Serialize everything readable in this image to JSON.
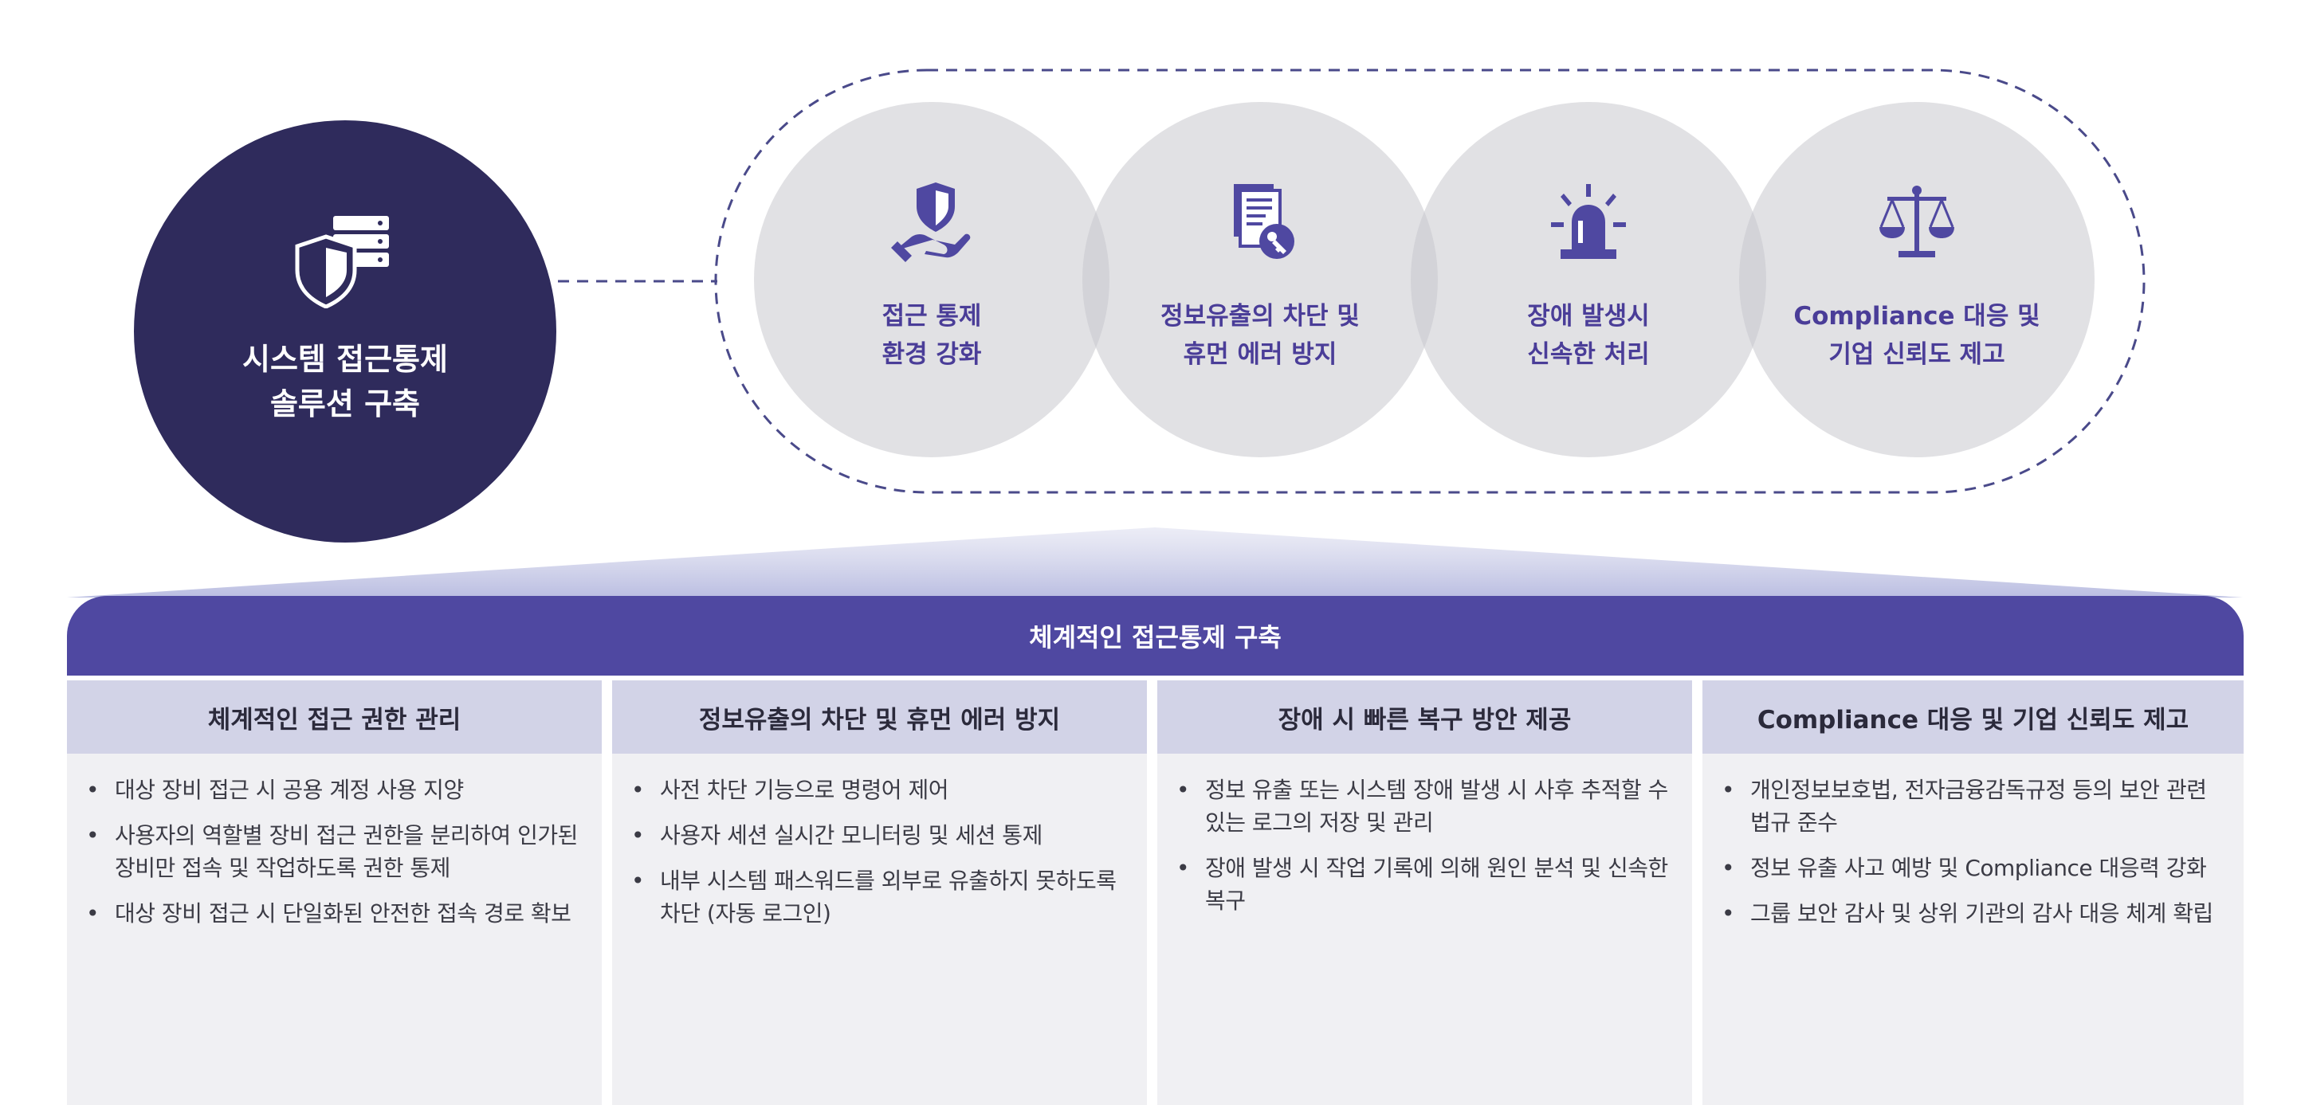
{
  "main": {
    "icon": "server-shield-icon",
    "title_line1": "시스템 접근통제",
    "title_line2": "솔루션 구축"
  },
  "goals": [
    {
      "icon": "hand-shield-icon",
      "line1": "접근 통제",
      "line2": "환경 강화"
    },
    {
      "icon": "document-key-icon",
      "line1": "정보유출의 차단 및",
      "line2": "휴먼 에러 방지"
    },
    {
      "icon": "alarm-siren-icon",
      "line1": "장애 발생시",
      "line2": "신속한 처리"
    },
    {
      "icon": "balance-scale-icon",
      "line1": "Compliance 대응 및",
      "line2": "기업 신뢰도 제고"
    }
  ],
  "panel": {
    "title": "체계적인 접근통제 구축",
    "columns": [
      {
        "header": "체계적인 접근 권한 관리",
        "items": [
          "대상 장비 접근 시 공용 계정 사용 지양",
          "사용자의 역할별 장비 접근 권한을 분리하여 인가된 장비만 접속 및 작업하도록 권한 통제",
          "대상 장비 접근 시 단일화된 안전한 접속 경로 확보"
        ]
      },
      {
        "header": "정보유출의 차단 및 휴먼 에러 방지",
        "items": [
          "사전 차단 기능으로 명령어 제어",
          "사용자 세션 실시간 모니터링 및 세션 통제",
          "내부 시스템 패스워드를 외부로 유출하지 못하도록 차단 (자동 로그인)"
        ]
      },
      {
        "header": "장애 시 빠른 복구 방안 제공",
        "items": [
          "정보 유출 또는 시스템 장애 발생 시 사후 추적할 수 있는 로그의 저장 및 관리",
          "장애 발생 시 작업 기록에 의해 원인 분석 및 신속한 복구"
        ]
      },
      {
        "header": "Compliance 대응 및 기업 신뢰도 제고",
        "items": [
          "개인정보보호법, 전자금융감독규정 등의 보안 관련 법규 준수",
          "정보 유출 사고 예방 및 Compliance 대응력 강화",
          "그룹 보안 감사 및 상위 기관의 감사 대응 체계 확립"
        ]
      }
    ]
  },
  "colors": {
    "main_circle": "#2f2b5c",
    "accent": "#4f48a1",
    "goal_text": "#4a3d98",
    "column_header_bg": "#d2d3e7",
    "column_body_bg": "#f0f0f3"
  }
}
